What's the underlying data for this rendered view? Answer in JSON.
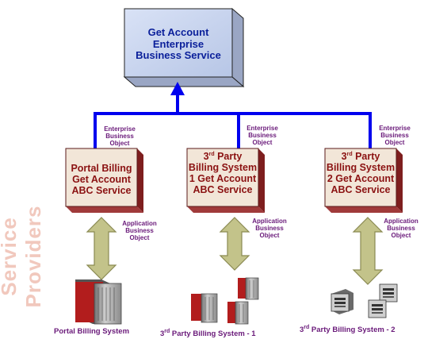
{
  "enterprise_service": {
    "line1": "Get Account",
    "line2": "Enterprise",
    "line3": "Business Service"
  },
  "side_label": "Service Providers",
  "ebo_label": {
    "line1": "Enterprise",
    "line2": "Business",
    "line3": "Object"
  },
  "abo_label": {
    "line1": "Application",
    "line2": "Business",
    "line3": "Object"
  },
  "providers": [
    {
      "line1": "Portal Billing",
      "line2": "Get Account",
      "line3": "ABC Service",
      "system": "Portal Billing System"
    },
    {
      "line1_num": "3",
      "line1_sup": "rd",
      "line1_rest": " Party",
      "line2": "Billing System",
      "line3": "1 Get Account",
      "line4": "ABC Service",
      "system_num": "3",
      "system_sup": "rd",
      "system_rest": " Party Billing System - 1"
    },
    {
      "line1_num": "3",
      "line1_sup": "rd",
      "line1_rest": " Party",
      "line2": "Billing System",
      "line3": "2 Get Account",
      "line4": "ABC Service",
      "system_num": "3",
      "system_sup": "rd",
      "system_rest": " Party Billing System - 2"
    }
  ],
  "colors": {
    "connector_blue": "#0000ee",
    "arrow_olive": "#c3c38a",
    "provider_box": "#f2e6d8",
    "top_box": "#c7d3ee",
    "side_text": "#f1c8bd"
  }
}
